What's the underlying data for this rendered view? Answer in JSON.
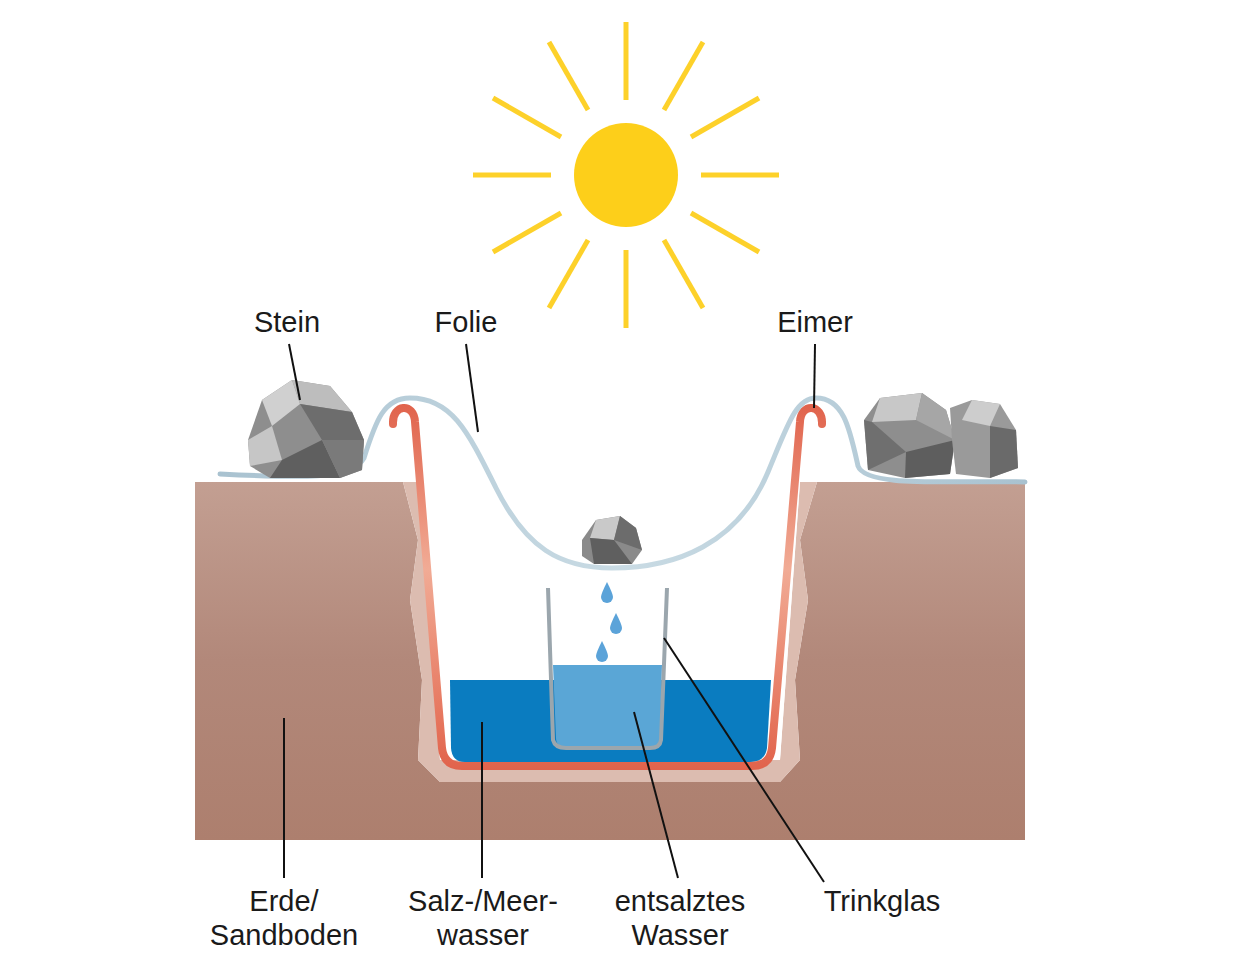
{
  "diagram": {
    "labels": [
      "Stein",
      "Folie",
      "Eimer",
      "Erde/ Sandboden",
      "Salz-/Meer- wasser",
      "entsalztes Wasser",
      "Trinkglas"
    ]
  }
}
